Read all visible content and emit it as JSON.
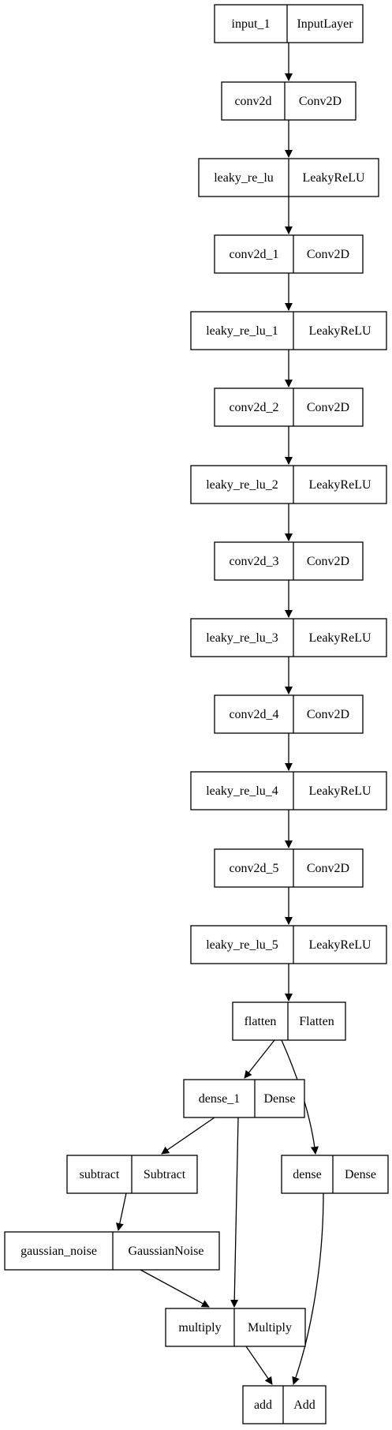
{
  "nodes": [
    {
      "id": "input_1",
      "name": "input_1",
      "type": "InputLayer"
    },
    {
      "id": "conv2d",
      "name": "conv2d",
      "type": "Conv2D"
    },
    {
      "id": "leaky_re_lu",
      "name": "leaky_re_lu",
      "type": "LeakyReLU"
    },
    {
      "id": "conv2d_1",
      "name": "conv2d_1",
      "type": "Conv2D"
    },
    {
      "id": "leaky_re_lu_1",
      "name": "leaky_re_lu_1",
      "type": "LeakyReLU"
    },
    {
      "id": "conv2d_2",
      "name": "conv2d_2",
      "type": "Conv2D"
    },
    {
      "id": "leaky_re_lu_2",
      "name": "leaky_re_lu_2",
      "type": "LeakyReLU"
    },
    {
      "id": "conv2d_3",
      "name": "conv2d_3",
      "type": "Conv2D"
    },
    {
      "id": "leaky_re_lu_3",
      "name": "leaky_re_lu_3",
      "type": "LeakyReLU"
    },
    {
      "id": "conv2d_4",
      "name": "conv2d_4",
      "type": "Conv2D"
    },
    {
      "id": "leaky_re_lu_4",
      "name": "leaky_re_lu_4",
      "type": "LeakyReLU"
    },
    {
      "id": "conv2d_5",
      "name": "conv2d_5",
      "type": "Conv2D"
    },
    {
      "id": "leaky_re_lu_5",
      "name": "leaky_re_lu_5",
      "type": "LeakyReLU"
    },
    {
      "id": "flatten",
      "name": "flatten",
      "type": "Flatten"
    },
    {
      "id": "dense_1",
      "name": "dense_1",
      "type": "Dense"
    },
    {
      "id": "subtract",
      "name": "subtract",
      "type": "Subtract"
    },
    {
      "id": "dense",
      "name": "dense",
      "type": "Dense"
    },
    {
      "id": "gaussian_noise",
      "name": "gaussian_noise",
      "type": "GaussianNoise"
    },
    {
      "id": "multiply",
      "name": "multiply",
      "type": "Multiply"
    },
    {
      "id": "add",
      "name": "add",
      "type": "Add"
    }
  ],
  "edges": [
    [
      "input_1",
      "conv2d"
    ],
    [
      "conv2d",
      "leaky_re_lu"
    ],
    [
      "leaky_re_lu",
      "conv2d_1"
    ],
    [
      "conv2d_1",
      "leaky_re_lu_1"
    ],
    [
      "leaky_re_lu_1",
      "conv2d_2"
    ],
    [
      "conv2d_2",
      "leaky_re_lu_2"
    ],
    [
      "leaky_re_lu_2",
      "conv2d_3"
    ],
    [
      "conv2d_3",
      "leaky_re_lu_3"
    ],
    [
      "leaky_re_lu_3",
      "conv2d_4"
    ],
    [
      "conv2d_4",
      "leaky_re_lu_4"
    ],
    [
      "leaky_re_lu_4",
      "conv2d_5"
    ],
    [
      "conv2d_5",
      "leaky_re_lu_5"
    ],
    [
      "leaky_re_lu_5",
      "flatten"
    ],
    [
      "flatten",
      "dense_1"
    ],
    [
      "flatten",
      "dense"
    ],
    [
      "dense_1",
      "subtract"
    ],
    [
      "dense_1",
      "multiply"
    ],
    [
      "subtract",
      "gaussian_noise"
    ],
    [
      "gaussian_noise",
      "multiply"
    ],
    [
      "multiply",
      "add"
    ],
    [
      "dense",
      "add"
    ]
  ]
}
